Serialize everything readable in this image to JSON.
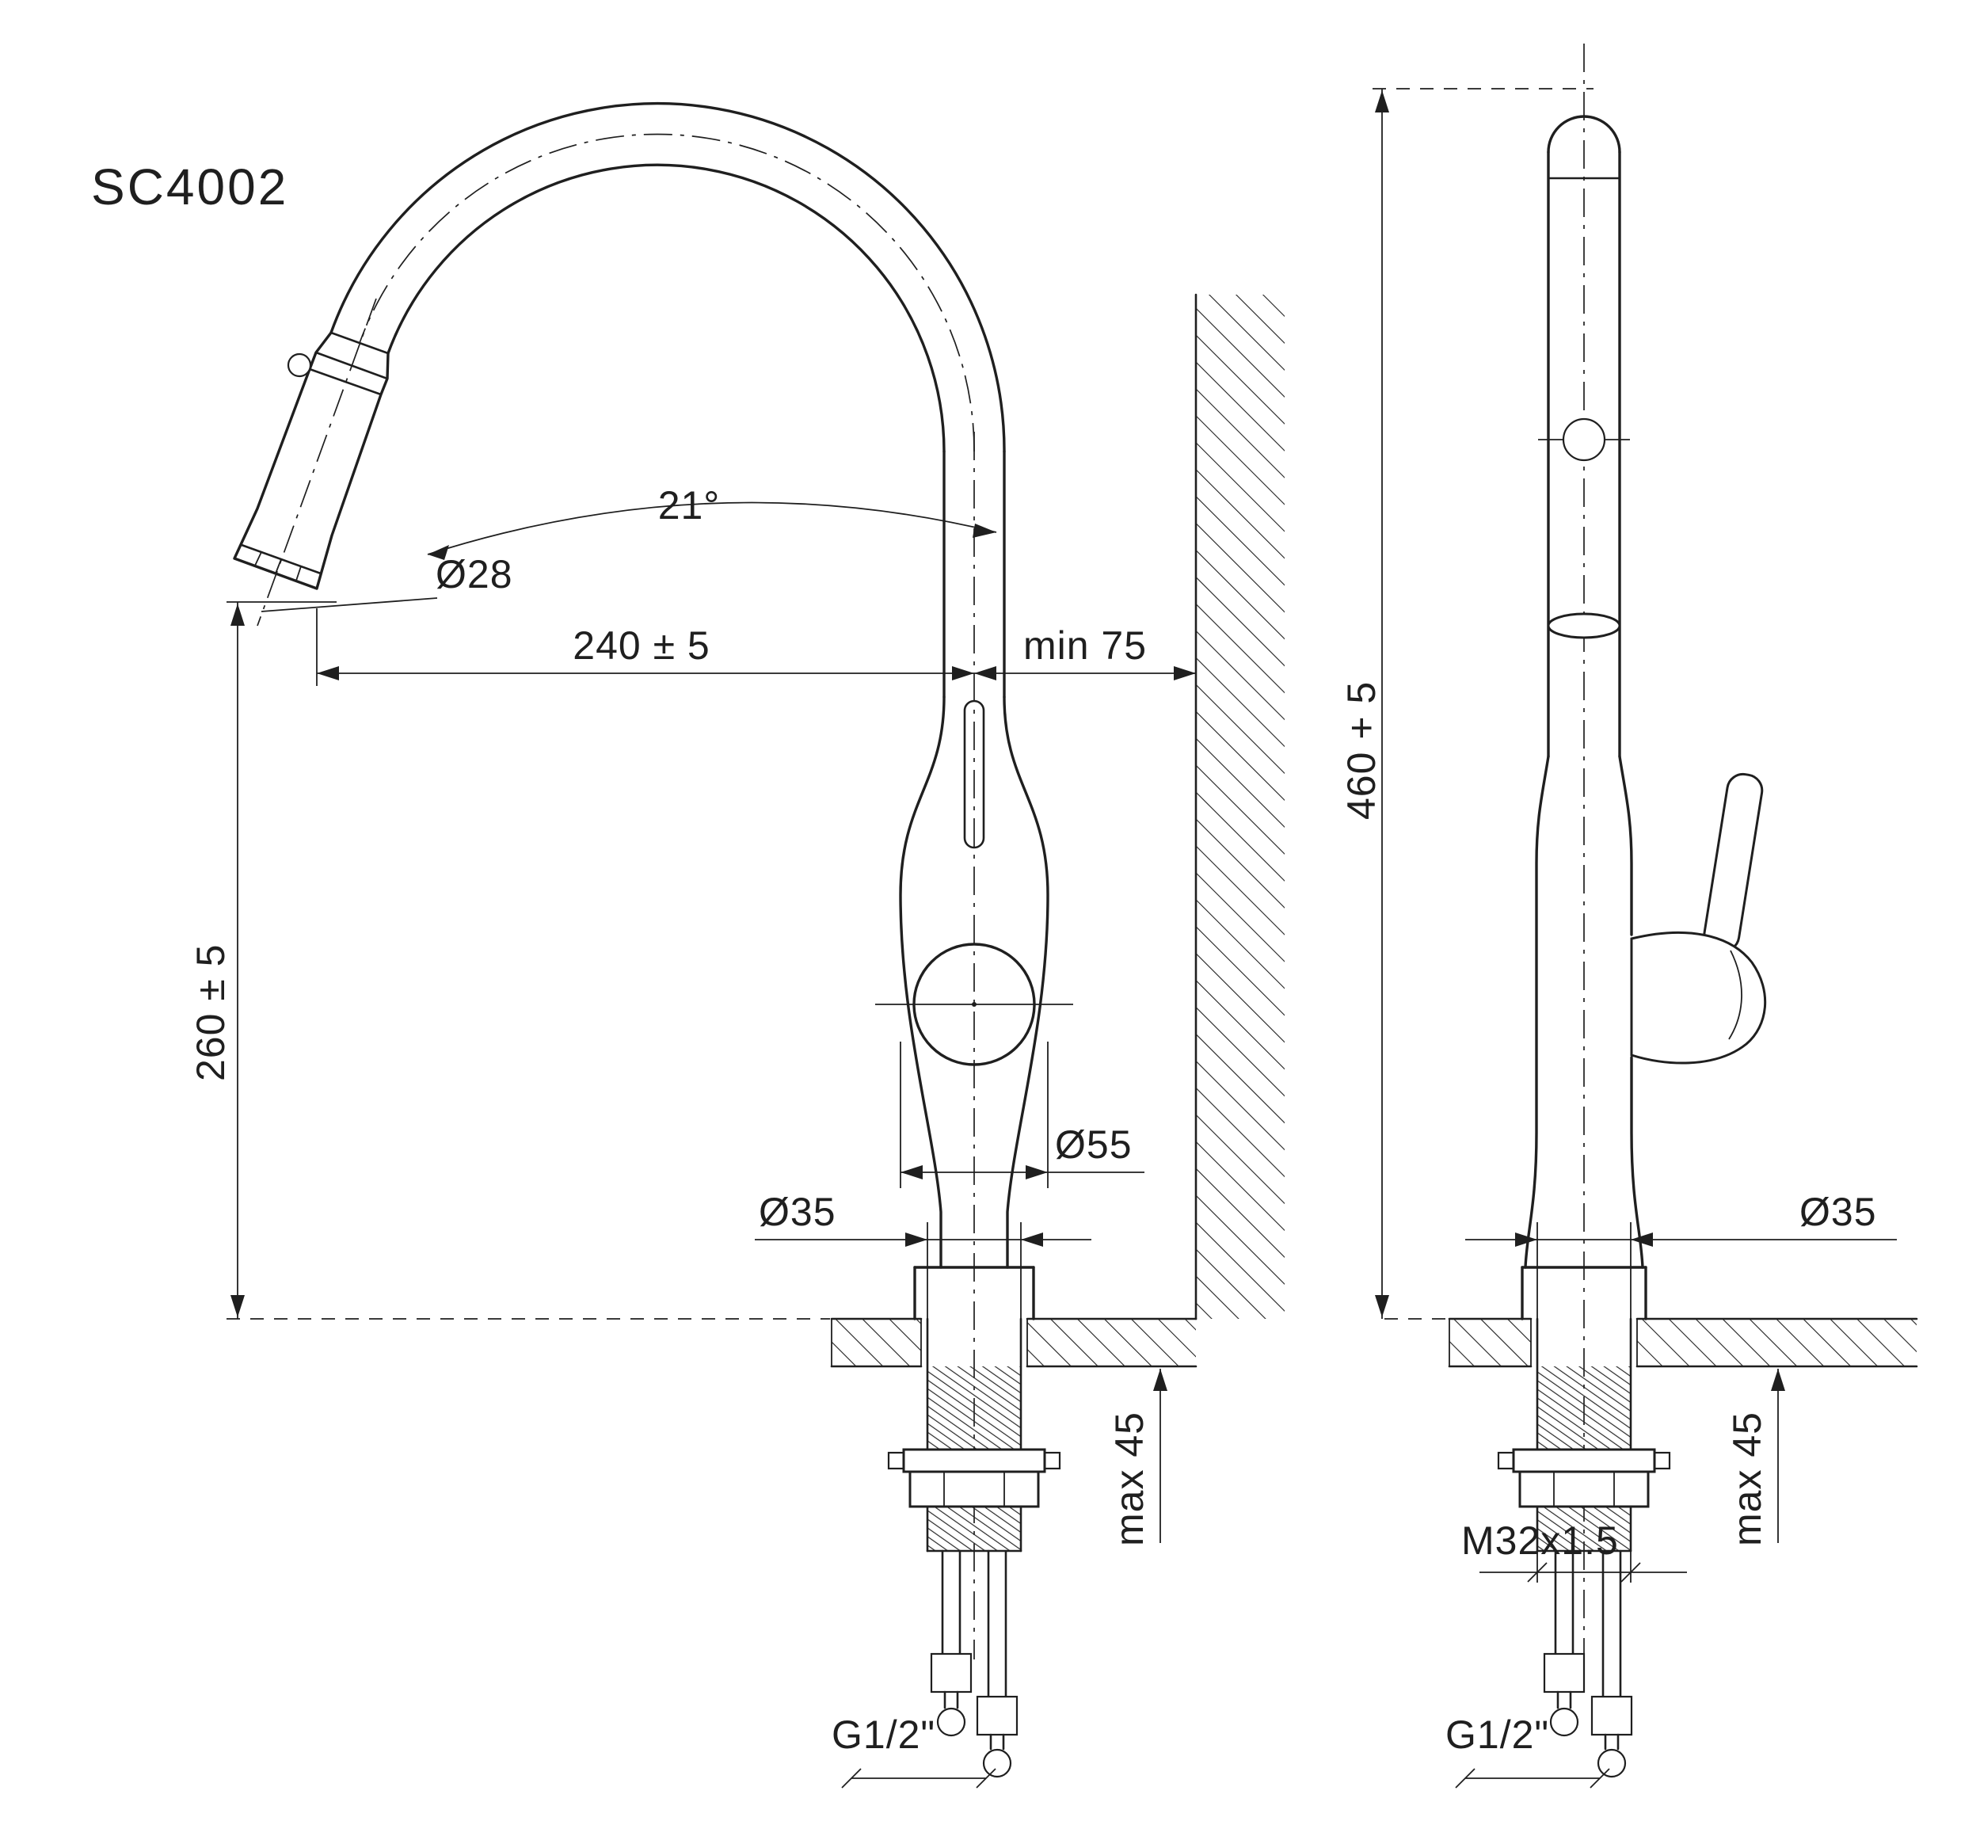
{
  "page": {
    "background": "#ffffff",
    "line_color": "#1f1f1f"
  },
  "drawing": {
    "model": "SC4002",
    "labels": {
      "swivel_angle": "21°",
      "spout_tip_diameter": "Ø28",
      "spout_reach": "240 ± 5",
      "wall_clearance": "min 75",
      "spout_height": "260 ± 5",
      "overall_height": "460 + 5",
      "body_base_diameter": "Ø55",
      "mount_hole_diameter_side": "Ø35",
      "counter_thickness_side": "max 45",
      "hose_thread_side": "G1/2\"",
      "mount_hole_diameter_front": "Ø35",
      "shank_thread": "M32x1.5",
      "counter_thickness_front": "max 45",
      "hose_thread_front": "G1/2\""
    }
  }
}
